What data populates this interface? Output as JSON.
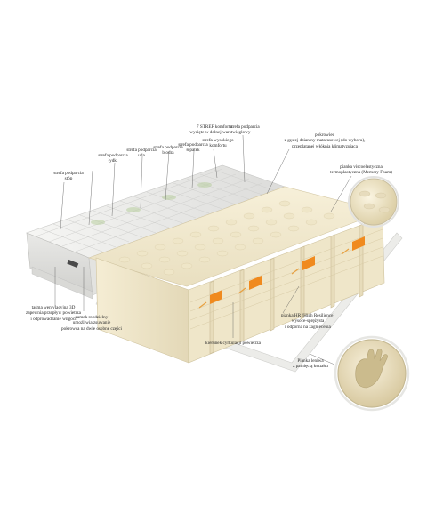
{
  "colors": {
    "foam_cream": "#f3ebd2",
    "foam_side": "#e6dcbc",
    "cover_white": "#f4f4f2",
    "cover_grey": "#d4d4d2",
    "accent_orange": "#f08a1e",
    "accent_arrow": "#e8a040",
    "leader_line": "#555555"
  },
  "labels": {
    "strefy7": "7 STREF komfortu\nwycięte w dolnej warstwie",
    "glowa": "strefa podparcia\ngłowy",
    "ramiona": "strefa wysokiego\nkomfortu",
    "lopatki": "strefa podparcia\nłopatek",
    "biodra": "strefa podparcia\nbiodra",
    "uda": "strefa podparcia\nuda",
    "lydki": "strefa podparcia\nłydki",
    "stopy": "strefa podparcia\nstóp",
    "pokrowiec": "pokrowiec\nz gęstej dzianiny matarasowej (do wyboru),\nprzeplatanej włóknią klimatyzującą",
    "memory": "pianka viscoelastyczna\ntermoplastyczna (Memory Foam)",
    "tasma": "taśma wentylacyjna 3D\nzapewnia przepływ powietrza\ni odprowadzanie wilgoci",
    "zamek": "zamek rozdzielny\numożliwia zsuwanie\npokrowca na dwie osobne części",
    "hr": "pianka HR (High Resilience)\nwysoce-sprężysta\ni odporna na zagniecenia",
    "kierunek": "kierunek cyrkulacji powietrza",
    "pianka_lenta": "Pianka leniwa\nz pamięcią kształtu"
  }
}
